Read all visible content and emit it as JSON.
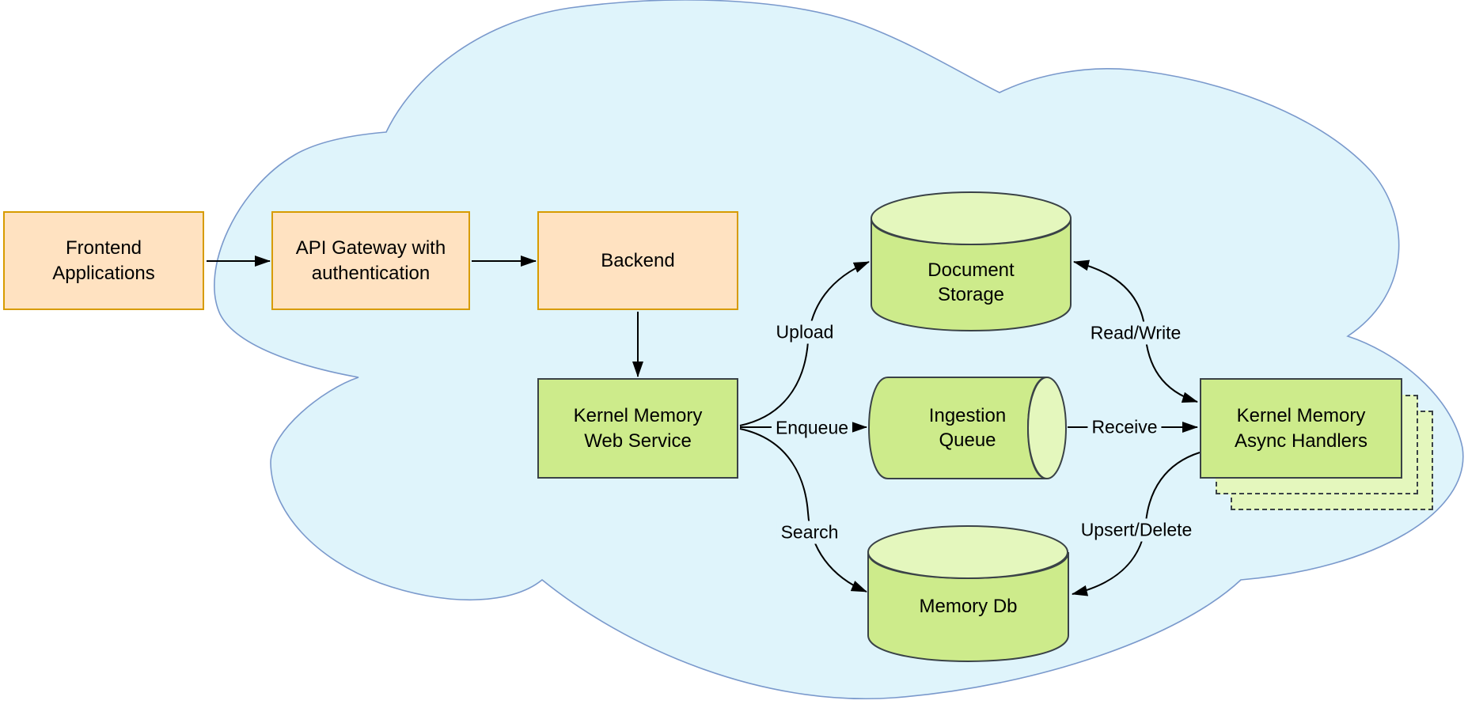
{
  "colors": {
    "cloud_fill": "#dff4fb",
    "cloud_stroke": "#7a99cc",
    "orange_fill": "#ffe2c1",
    "orange_stroke": "#d79b00",
    "green_fill": "#cdeb8b",
    "green_light_fill": "#e4f7bd",
    "dark_stroke": "#3a4247",
    "edge_color": "#000000"
  },
  "nodes": {
    "frontend": {
      "line1": "Frontend",
      "line2": "Applications"
    },
    "api_gateway": {
      "line1": "API Gateway with",
      "line2": "authentication"
    },
    "backend": {
      "line1": "Backend"
    },
    "web_service": {
      "line1": "Kernel Memory",
      "line2": "Web Service"
    },
    "async_handlers": {
      "line1": "Kernel Memory",
      "line2": "Async Handlers"
    },
    "document_storage": {
      "line1": "Document",
      "line2": "Storage"
    },
    "ingestion_queue": {
      "line1": "Ingestion",
      "line2": "Queue"
    },
    "memory_db": {
      "line1": "Memory Db"
    }
  },
  "edge_labels": {
    "upload": "Upload",
    "enqueue": "Enqueue",
    "search": "Search",
    "receive": "Receive",
    "read_write": "Read/Write",
    "upsert_delete": "Upsert/Delete"
  }
}
